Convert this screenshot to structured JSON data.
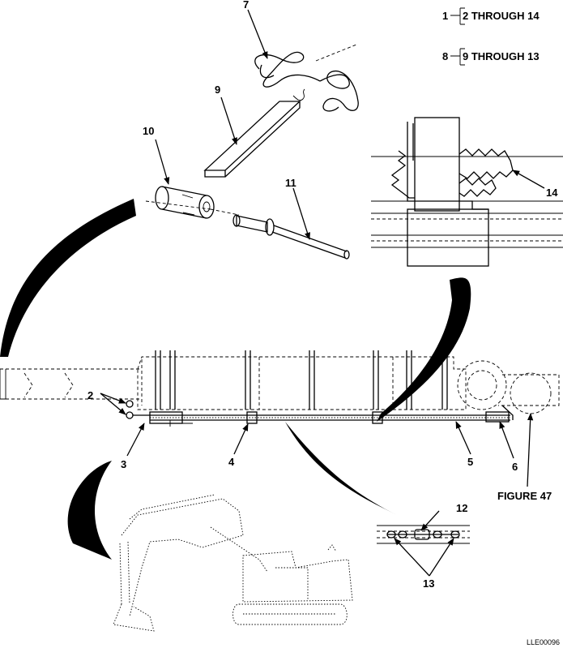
{
  "legend": [
    {
      "parent": "1",
      "range": "2 THROUGH 14"
    },
    {
      "parent": "8",
      "range": "9 THROUGH 13"
    }
  ],
  "callouts": {
    "c2": "2",
    "c3": "3",
    "c4": "4",
    "c5": "5",
    "c6": "6",
    "c7": "7",
    "c9": "9",
    "c10": "10",
    "c11": "11",
    "c12": "12",
    "c13": "13",
    "c14": "14"
  },
  "figure_ref": "FIGURE 47",
  "file_id": "LLE00096"
}
